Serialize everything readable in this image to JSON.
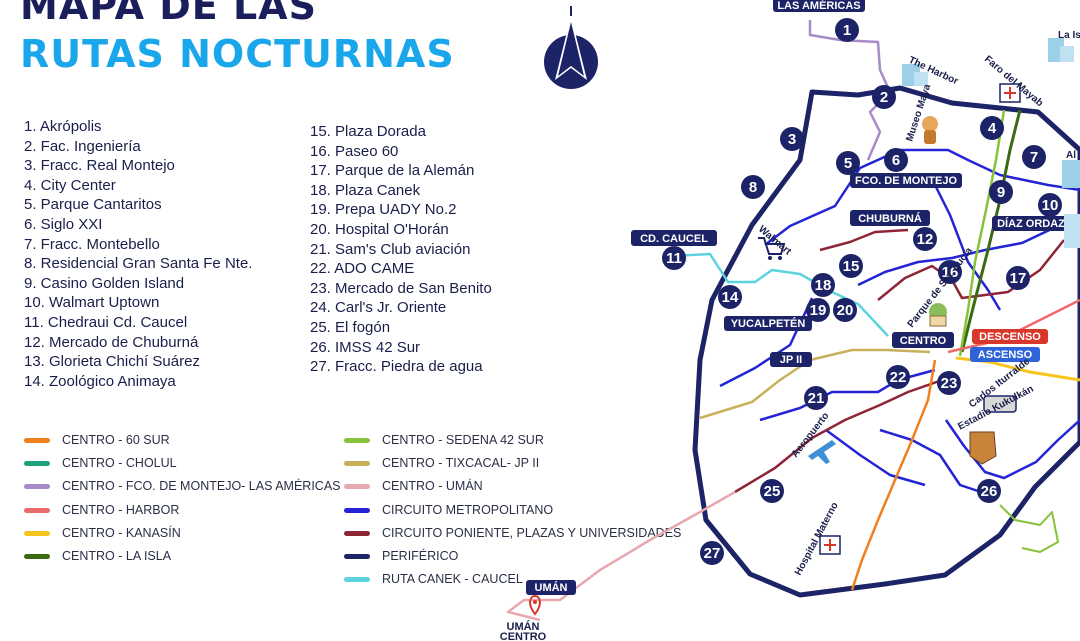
{
  "title": {
    "line1": "MAPA DE LAS",
    "line2": "RUTAS NOCTURNAS"
  },
  "stops": [
    "1. Akrópolis",
    "2. Fac. Ingeniería",
    "3. Fracc. Real Montejo",
    "4. City Center",
    "5. Parque Cantaritos",
    "6. Siglo XXI",
    "7. Fracc. Montebello",
    "8. Residencial Gran Santa Fe Nte.",
    "9. Casino Golden Island",
    "10. Walmart Uptown",
    "11. Chedraui Cd. Caucel",
    "12. Mercado de Chuburná",
    "13. Glorieta Chichí Suárez",
    "14. Zoológico Animaya",
    "15. Plaza Dorada",
    "16. Paseo 60",
    "17. Parque de la Alemán",
    "18. Plaza Canek",
    "19. Prepa UADY No.2",
    "20. Hospital O'Horán",
    "21. Sam's Club aviación",
    "22. ADO CAME",
    "23. Mercado de San Benito",
    "24. Carl's Jr. Oriente",
    "25. El fogón",
    "26. IMSS 42 Sur",
    "27. Fracc. Piedra de agua"
  ],
  "legend": [
    {
      "label": "CENTRO - 60 SUR",
      "color": "#f07f1e"
    },
    {
      "label": "CENTRO - CHOLUL",
      "color": "#1ba27a"
    },
    {
      "label": "CENTRO - FCO. DE MONTEJO- LAS AMÉRICAS",
      "color": "#a58bc7"
    },
    {
      "label": "CENTRO - HARBOR",
      "color": "#ea6a6a"
    },
    {
      "label": "CENTRO - KANASÍN",
      "color": "#f5c51d"
    },
    {
      "label": "CENTRO - LA ISLA",
      "color": "#3c6a12"
    },
    {
      "label": "CENTRO - SEDENA 42 SUR",
      "color": "#86c33a"
    },
    {
      "label": "CENTRO - TIXCACAL- JP II",
      "color": "#c8b15a"
    },
    {
      "label": "CENTRO - UMÁN",
      "color": "#e8a8b0"
    },
    {
      "label": "CIRCUITO METROPOLITANO",
      "color": "#2424d6"
    },
    {
      "label": "CIRCUITO PONIENTE, PLAZAS Y UNIVERSIDADES",
      "color": "#8e2537"
    },
    {
      "label": "PERIFÉRICO",
      "color": "#1c2366"
    },
    {
      "label": "RUTA CANEK - CAUCEL",
      "color": "#5dd3df"
    }
  ],
  "map": {
    "places": {
      "las_americas": "LAS AMÉRICAS",
      "cd_caucel": "CD. CAUCEL",
      "fco_de_montejo": "FCO. DE MONTEJO",
      "chuburna": "CHUBURNÁ",
      "diaz_ordaz": "DÍAZ ORDAZ",
      "yucalpeten": "YUCALPETÉN",
      "centro": "CENTRO",
      "descenso": "DESCENSO",
      "ascenso": "ASCENSO",
      "jp_ii": "JP II",
      "uman": "UMÁN",
      "uman_centro_1": "UMÁN",
      "uman_centro_2": "CENTRO"
    },
    "pois": {
      "the_harbor": "The Harbor",
      "la_isla": "La Isla",
      "faro_del_mayab": "Faro del Mayab",
      "museo_maya": "Museo Maya",
      "walmart": "Walmart",
      "parque_de_santa_lucia": "Parque de Sta. Lucía",
      "carlos_iturralde": "Carlos Iturralde",
      "estadio_kukulkan": "Estadio Kukulkán",
      "aeropuerto": "Aeropuerto",
      "hospital_materno": "Hospital Materno",
      "altabrisa": "Al"
    },
    "stop_numbers": [
      "1",
      "2",
      "3",
      "4",
      "5",
      "6",
      "7",
      "8",
      "9",
      "10",
      "11",
      "12",
      "14",
      "15",
      "16",
      "17",
      "18",
      "19",
      "20",
      "21",
      "22",
      "23",
      "25",
      "26",
      "27"
    ]
  }
}
